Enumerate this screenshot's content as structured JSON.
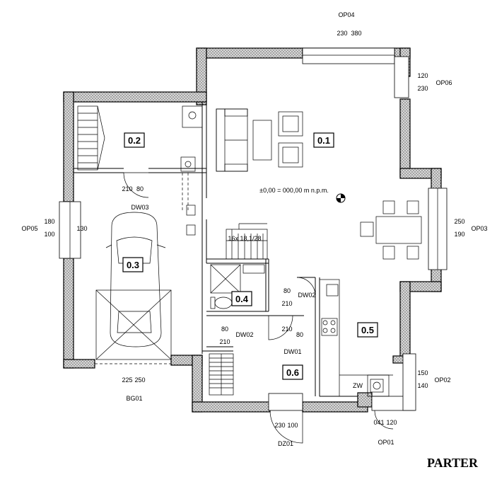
{
  "title": "PARTER",
  "level": "±0,00 = 000,00 m n.p.m.",
  "rooms": {
    "r01": "0.1",
    "r02": "0.2",
    "r03": "0.3",
    "r04": "0.4",
    "r05": "0.5",
    "r06": "0.6"
  },
  "labels": {
    "op04": "OP04",
    "op04_a": "230",
    "op04_b": "380",
    "op03": "OP03",
    "op03_a": "250",
    "op03_b": "190",
    "op02": "OP02",
    "op02_a": "150",
    "op02_b": "140",
    "op01": "OP01",
    "op01_a": "041",
    "op01_b": "120",
    "op05": "OP05",
    "op05_a": "180",
    "op05_b": "100",
    "op05_c": "130",
    "op06": "OP06",
    "op06_a": "120",
    "op06_b": "230",
    "dw03": "DW03",
    "dw03_a": "210",
    "dw03_b": "80",
    "dw02a": "DW02",
    "dw02a_a": "80",
    "dw02a_b": "210",
    "dw02b": "DW02",
    "dw02b_a": "80",
    "dw02b_b": "210",
    "dw01": "DW01",
    "dw01_a": "210",
    "dw01_b": "80",
    "dz01": "DZ01",
    "dz01_a": "230",
    "dz01_b": "100",
    "bg01": "BG01",
    "bg01_a": "225",
    "bg01_b": "250",
    "stairs": "16x 18,1/28",
    "zw": "ZW"
  }
}
